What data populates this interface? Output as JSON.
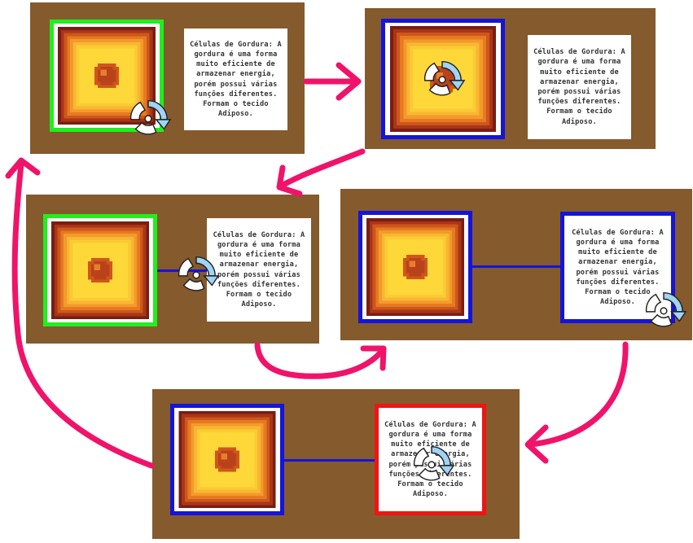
{
  "cell_text": "Células de Gordura: A gordura é uma forma muito eficiente de armazenar energia, porém possui várias funções diferentes. Formam o tecido Adiposo.",
  "icons": {
    "cell": "fat-cell-tile-icon",
    "cursor": "rotate-gesture-cursor-icon",
    "arrow": "flow-arrow-icon"
  },
  "colors": {
    "panel": "#855a2c",
    "selected_green": "#1ef01e",
    "selected_blue": "#1414dc",
    "selected_red": "#f01414",
    "arrow": "#f0136a",
    "connector": "#1414dc"
  },
  "steps": [
    {
      "id": 1,
      "tile_border": "green",
      "text_border": "none",
      "connector": false
    },
    {
      "id": 2,
      "tile_border": "blue",
      "text_border": "none",
      "connector": false
    },
    {
      "id": 3,
      "tile_border": "green",
      "text_border": "none",
      "connector": true
    },
    {
      "id": 4,
      "tile_border": "blue",
      "text_border": "blue",
      "connector": true
    },
    {
      "id": 5,
      "tile_border": "blue",
      "text_border": "red",
      "connector": true
    }
  ]
}
